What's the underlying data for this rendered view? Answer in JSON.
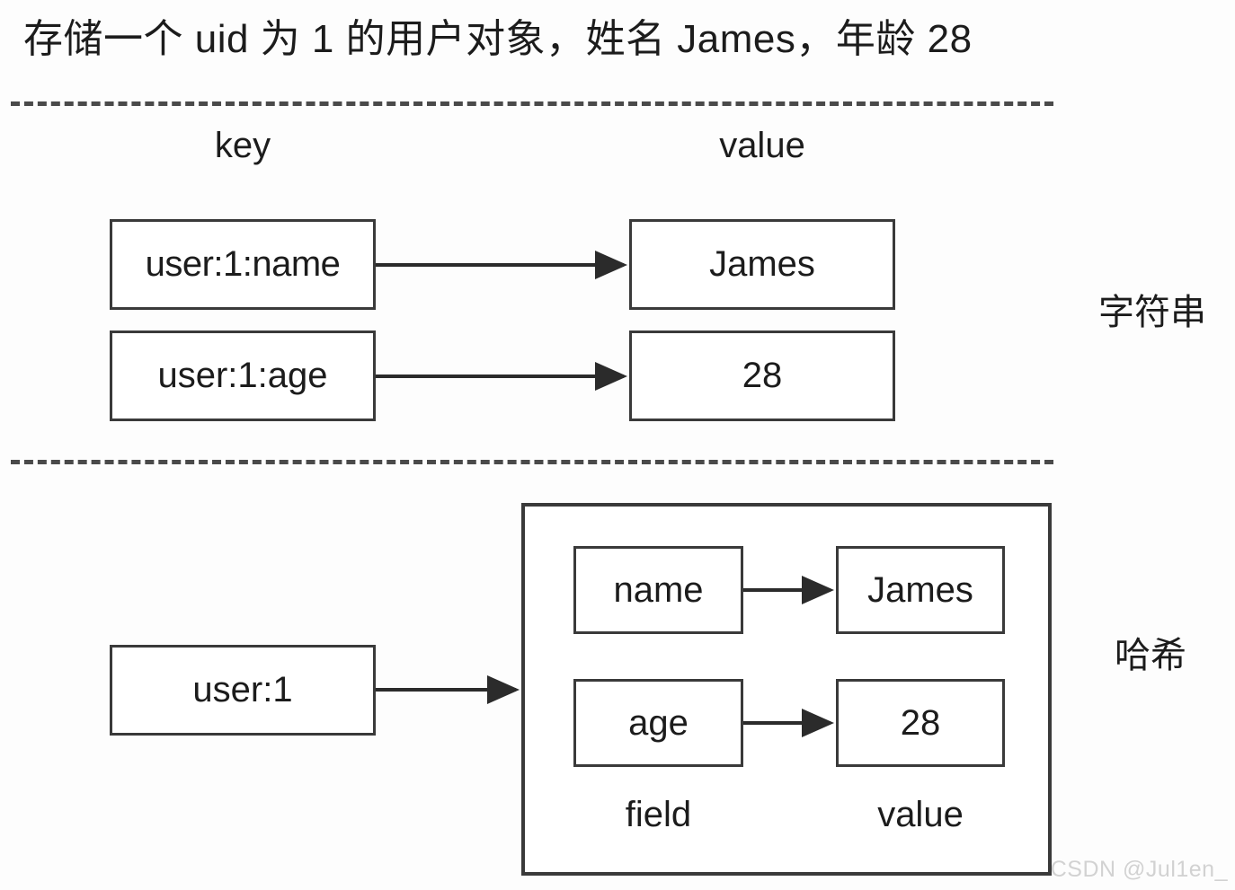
{
  "title": "存储一个 uid 为 1 的用户对象，姓名 James，年龄 28",
  "columns": {
    "key_header": "key",
    "value_header": "value"
  },
  "string_section": {
    "type_label": "字符串",
    "rows": [
      {
        "key": "user:1:name",
        "value": "James"
      },
      {
        "key": "user:1:age",
        "value": "28"
      }
    ]
  },
  "hash_section": {
    "type_label": "哈希",
    "key": "user:1",
    "field_header": "field",
    "value_header": "value",
    "entries": [
      {
        "field": "name",
        "value": "James"
      },
      {
        "field": "age",
        "value": "28"
      }
    ]
  },
  "watermark": "CSDN @Jul1en_",
  "colors": {
    "background": "#fdfdfd",
    "stroke": "#3a3a3a",
    "text": "#1c1c1c",
    "divider": "#4a4a4a",
    "watermark": "#d2d2d2"
  }
}
